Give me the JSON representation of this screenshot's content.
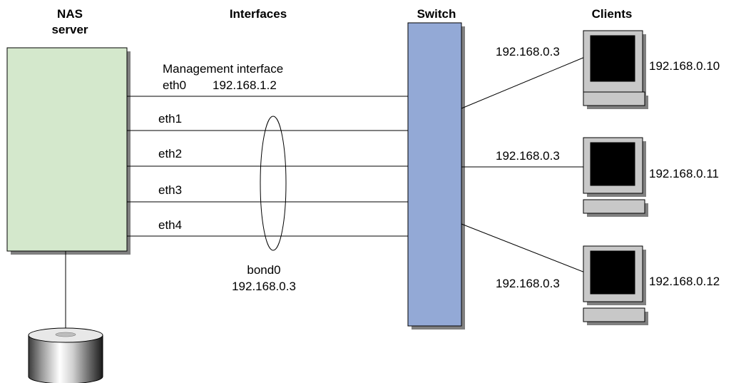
{
  "headers": {
    "nas_server_line1": "NAS",
    "nas_server_line2": "server",
    "interfaces": "Interfaces",
    "switch": "Switch",
    "clients": "Clients"
  },
  "interfaces": {
    "management_label": "Management interface",
    "eth0": "eth0",
    "eth0_ip": "192.168.1.2",
    "eth1": "eth1",
    "eth2": "eth2",
    "eth3": "eth3",
    "eth4": "eth4"
  },
  "bond": {
    "name": "bond0",
    "ip": "192.168.0.3"
  },
  "clients": [
    {
      "gateway_ip": "192.168.0.3",
      "ip": "192.168.0.10"
    },
    {
      "gateway_ip": "192.168.0.3",
      "ip": "192.168.0.11"
    },
    {
      "gateway_ip": "192.168.0.3",
      "ip": "192.168.0.12"
    }
  ],
  "colors": {
    "nas_server_fill": "#d4e8cc",
    "switch_fill": "#93a9d6",
    "monitor_fill": "#c8c8c8",
    "screen_fill": "#000000",
    "outline": "#000000"
  },
  "icons": {
    "storage": "disk-cylinder-icon",
    "client": "computer-monitor-icon"
  }
}
